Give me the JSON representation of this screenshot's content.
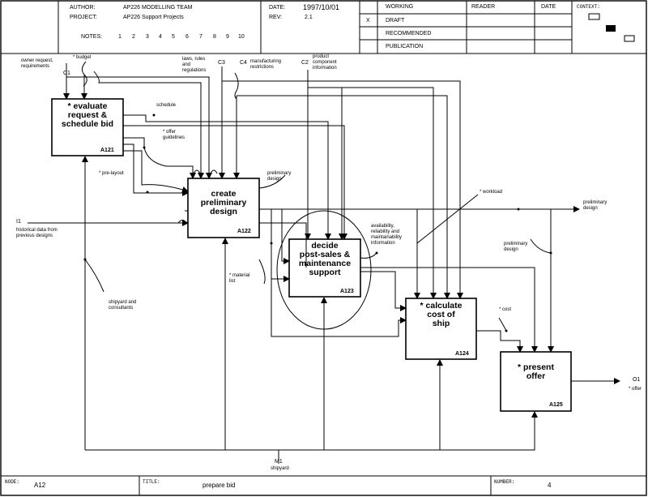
{
  "header": {
    "author_label": "AUTHOR:",
    "author": "AP226 MODELLING TEAM",
    "project_label": "PROJECT:",
    "project": "AP226 Support Projects",
    "notes_label": "NOTES:",
    "notes": [
      "1",
      "2",
      "3",
      "4",
      "5",
      "6",
      "7",
      "8",
      "9",
      "10"
    ],
    "date_label": "DATE:",
    "date": "1997/10/01",
    "rev_label": "REV:",
    "rev": "2.1",
    "status_mark": "X",
    "statuses": [
      "WORKING",
      "DRAFT",
      "RECOMMENDED",
      "PUBLICATION"
    ],
    "reader_label": "READER",
    "reader_date_label": "DATE",
    "context_label": "CONTEXT:"
  },
  "boxes": [
    {
      "title": "* evaluate\nrequest &\nschedule bid",
      "id": "A121"
    },
    {
      "title": "create\npreliminary\ndesign",
      "id": "A122"
    },
    {
      "title": "decide\npost-sales &\nmaintenance\nsupport",
      "id": "A123"
    },
    {
      "title": "* calculate\ncost of\nship",
      "id": "A124"
    },
    {
      "title": "* present\noffer",
      "id": "A125"
    }
  ],
  "arrows": {
    "c1": "C1",
    "c1_label": "owner request,\nrequirements",
    "budget": "* budget",
    "c3": "C3",
    "c3_label": "laws, rules\nand\nregulations",
    "c4": "C4",
    "c4_label": "manufacturing\nrestrictions",
    "c2": "C2",
    "c2_label": "product\ncomponent\ninformation",
    "schedule": "schedule",
    "offer_guidelines": "* offer\nguidelines",
    "pre_layout": "* pre-layout",
    "preliminary_design_1": "preliminary\ndesign",
    "workload": "* workload",
    "preliminary_design_out": "preliminary\ndesign",
    "i1": "I1",
    "i1_label": "historical data from\nprevious designs",
    "availability": "availability,\nreliability and\nmaintainability\ninformation",
    "preliminary_design_2": "preliminary\ndesign",
    "material_list": "* material\nlist",
    "cost": "* cost",
    "o1": "O1",
    "offer": "* offer",
    "shipyard_consultants": "shipyard and\nconsultants",
    "m1": "M1",
    "shipyard": "shipyard"
  },
  "footer": {
    "node_label": "NODE:",
    "node": "A12",
    "title_label": "TITLE:",
    "title": "prepare bid",
    "number_label": "NUMBER:",
    "number": "4"
  }
}
